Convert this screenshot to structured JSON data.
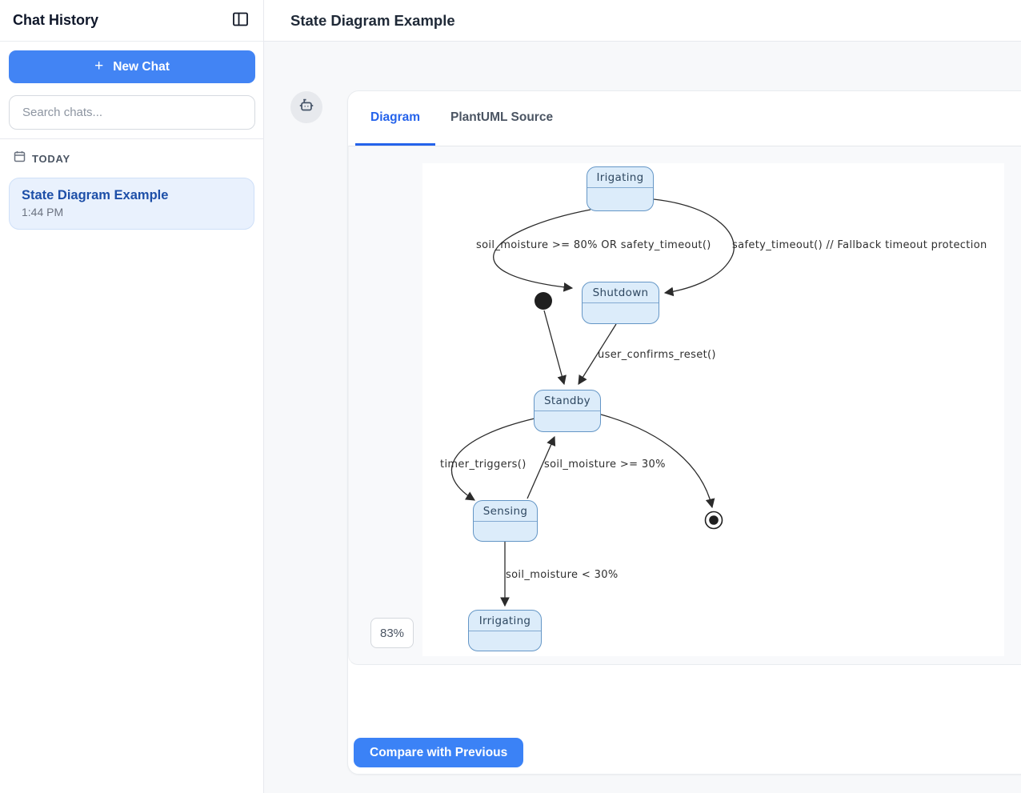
{
  "sidebar": {
    "title": "Chat History",
    "new_chat": {
      "plus": "+",
      "label": "New Chat"
    },
    "search": {
      "placeholder": "Search chats..."
    },
    "section": {
      "label": "TODAY"
    },
    "chats": [
      {
        "title": "State Diagram Example",
        "time": "1:44 PM",
        "active": true
      }
    ]
  },
  "header": {
    "title": "State Diagram Example"
  },
  "message": {
    "tabs": [
      {
        "label": "Diagram",
        "active": true
      },
      {
        "label": "PlantUML Source",
        "active": false
      }
    ],
    "zoom_badge": "83%",
    "compare_button": "Compare with Previous"
  },
  "diagram": {
    "type": "state-diagram",
    "states": [
      {
        "id": "initial",
        "kind": "initial",
        "label": ""
      },
      {
        "id": "irigating-top",
        "kind": "state",
        "label": "Irigating"
      },
      {
        "id": "shutdown",
        "kind": "state",
        "label": "Shutdown"
      },
      {
        "id": "standby",
        "kind": "state",
        "label": "Standby"
      },
      {
        "id": "sensing",
        "kind": "state",
        "label": "Sensing"
      },
      {
        "id": "irrigating-bottom",
        "kind": "state",
        "label": "Irrigating"
      },
      {
        "id": "final",
        "kind": "final",
        "label": ""
      }
    ],
    "transitions": [
      {
        "from": "Irigating",
        "to": "Shutdown",
        "label": "soil_moisture >= 80% OR safety_timeout()"
      },
      {
        "from": "Irigating",
        "to": "Shutdown",
        "label": "safety_timeout() // Fallback timeout protection"
      },
      {
        "from": "initial",
        "to": "Standby",
        "label": ""
      },
      {
        "from": "Shutdown",
        "to": "Standby",
        "label": "user_confirms_reset()"
      },
      {
        "from": "Standby",
        "to": "Sensing",
        "label": "timer_triggers()"
      },
      {
        "from": "Sensing",
        "to": "Standby",
        "label": "soil_moisture >= 30%"
      },
      {
        "from": "Standby",
        "to": "final",
        "label": ""
      },
      {
        "from": "Sensing",
        "to": "Irrigating",
        "label": "soil_moisture < 30%"
      }
    ]
  },
  "colors": {
    "accent_blue": "#3b82f6",
    "tab_active_blue": "#2563eb",
    "state_fill": "#dcecfa",
    "state_border": "#6496c6",
    "chat_item_bg": "#e9f1fd",
    "chat_item_title": "#1d4fa8",
    "edge_stroke": "#2b2b2b"
  }
}
